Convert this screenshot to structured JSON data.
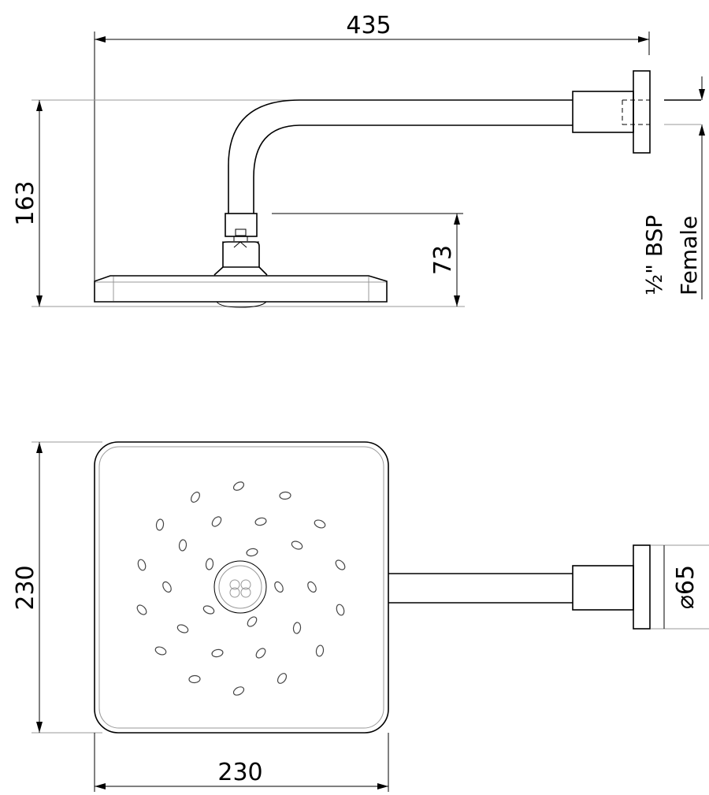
{
  "side_view": {
    "overall_width": "435",
    "overall_height": "163",
    "head_height": "73",
    "thread_label": "½\" BSP",
    "thread_type": "Female"
  },
  "top_view": {
    "head_height": "230",
    "head_width": "230",
    "flange_diameter": "⌀65"
  },
  "colors": {
    "line": "#000000",
    "construction": "#999999"
  }
}
